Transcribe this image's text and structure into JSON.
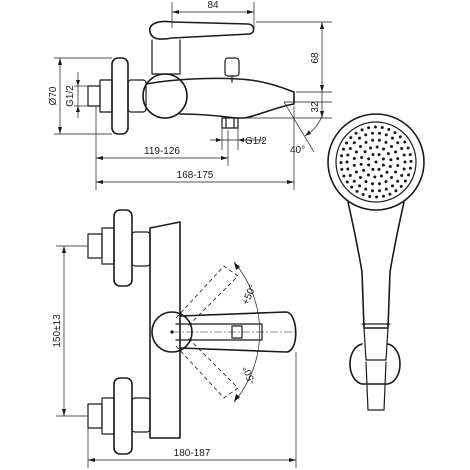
{
  "dimensions": {
    "lever_reach": "84",
    "inlet_diameter": "Ø70",
    "inlet_thread": "G1/2",
    "body_height": "68",
    "spout_drop": "32",
    "outlet_thread": "G1/2",
    "spout_angle": "40°",
    "spout_reach": "119-126",
    "total_depth": "168-175",
    "centres": "150±13",
    "total_width": "180-187",
    "rotation_up": "+50°",
    "rotation_down": "-50°"
  }
}
